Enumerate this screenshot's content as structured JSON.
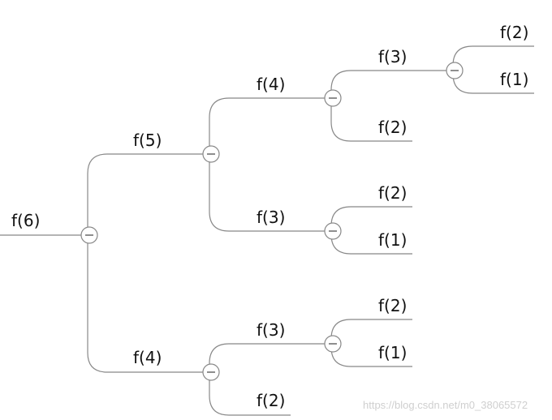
{
  "tree": {
    "root": {
      "label": "f(6)",
      "children": [
        {
          "label": "f(5)",
          "children": [
            {
              "label": "f(4)",
              "children": [
                {
                  "label": "f(3)",
                  "children": [
                    {
                      "label": "f(2)"
                    },
                    {
                      "label": "f(1)"
                    }
                  ]
                },
                {
                  "label": "f(2)"
                }
              ]
            },
            {
              "label": "f(3)",
              "children": [
                {
                  "label": "f(2)"
                },
                {
                  "label": "f(1)"
                }
              ]
            }
          ]
        },
        {
          "label": "f(4)",
          "children": [
            {
              "label": "f(3)",
              "children": [
                {
                  "label": "f(2)"
                },
                {
                  "label": "f(1)"
                }
              ]
            },
            {
              "label": "f(2)"
            }
          ]
        }
      ]
    },
    "collapse_symbol": "−"
  },
  "colors": {
    "line": "#888888",
    "text": "#111111"
  },
  "watermark": "https://blog.csdn.net/m0_38065572"
}
